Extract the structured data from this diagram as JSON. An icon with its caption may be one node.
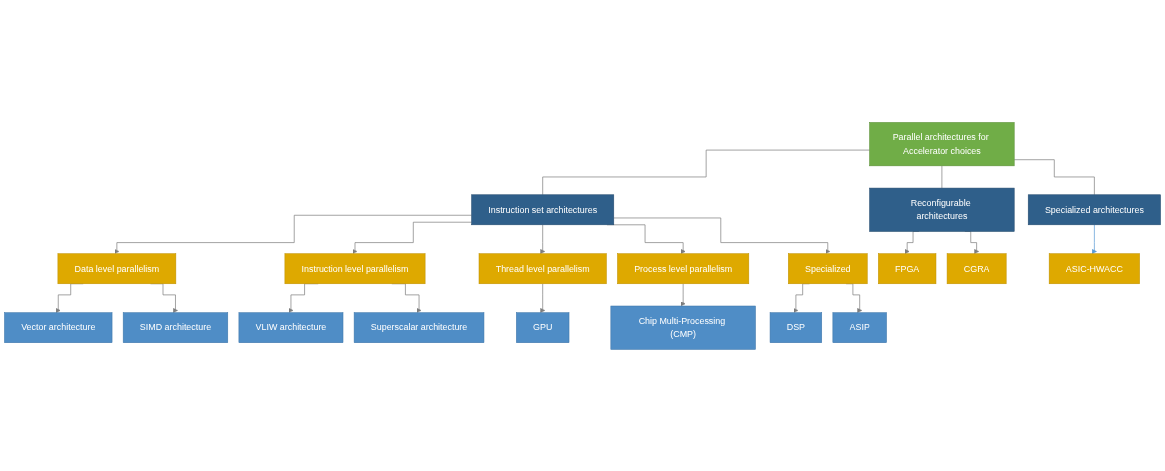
{
  "diagram": {
    "nodes": [
      {
        "text": [
          "Parallel architectures for Accelerator choices"
        ]
      },
      {
        "text": [
          "Instruction set architectures"
        ]
      },
      {
        "text": [
          "Reconfigurable architectures"
        ]
      },
      {
        "text": [
          "Specialized architectures"
        ]
      },
      {
        "text": [
          "Data level parallelism"
        ]
      },
      {
        "text": [
          "Instruction level parallelism"
        ]
      },
      {
        "text": [
          "Thread level parallelism"
        ]
      },
      {
        "text": [
          "Process level parallelism"
        ]
      },
      {
        "text": [
          "Specialized"
        ]
      },
      {
        "text": [
          "FPGA"
        ]
      },
      {
        "text": [
          "CGRA"
        ]
      },
      {
        "text": [
          "ASIC-HWACC"
        ]
      },
      {
        "text": [
          "DSP"
        ]
      },
      {
        "text": [
          "ASIP"
        ]
      },
      {
        "text": [
          "Vector architecture"
        ]
      },
      {
        "text": [
          "VLIW architecture"
        ]
      },
      {
        "text": [
          "GPU"
        ]
      },
      {
        "text": [
          "Chip Multi-Processing (CMP)"
        ]
      },
      {
        "text": [
          "SIMD architecture"
        ]
      },
      {
        "text": [
          "Superscalar architecture"
        ]
      }
    ],
    "edges": [
      {
        "from": 0,
        "to": 1,
        "arrow": "none"
      },
      {
        "from": 0,
        "to": 2,
        "arrow": "none"
      },
      {
        "from": 0,
        "to": 3,
        "arrow": "none"
      },
      {
        "from": 1,
        "to": 4,
        "arrow": "to"
      },
      {
        "from": 1,
        "to": 5,
        "arrow": "to"
      },
      {
        "from": 1,
        "to": 6,
        "arrow": "to"
      },
      {
        "from": 1,
        "to": 7,
        "arrow": "to"
      },
      {
        "from": 1,
        "to": 8,
        "arrow": "to"
      },
      {
        "from": 2,
        "to": 9,
        "arrow": "to"
      },
      {
        "from": 2,
        "to": 10,
        "arrow": "to"
      },
      {
        "from": 3,
        "to": 11,
        "arrow": "to",
        "color": "#5b9bd5"
      },
      {
        "from": 8,
        "to": 12,
        "arrow": "to"
      },
      {
        "from": 8,
        "to": 13,
        "arrow": "to"
      },
      {
        "from": 4,
        "to": 14,
        "arrow": "to"
      },
      {
        "from": 5,
        "to": 15,
        "arrow": "to"
      },
      {
        "from": 6,
        "to": 16,
        "arrow": "to"
      },
      {
        "from": 7,
        "to": 17,
        "arrow": "to"
      },
      {
        "from": 4,
        "to": 18,
        "arrow": "to"
      },
      {
        "from": 5,
        "to": 19,
        "arrow": "to"
      }
    ]
  }
}
